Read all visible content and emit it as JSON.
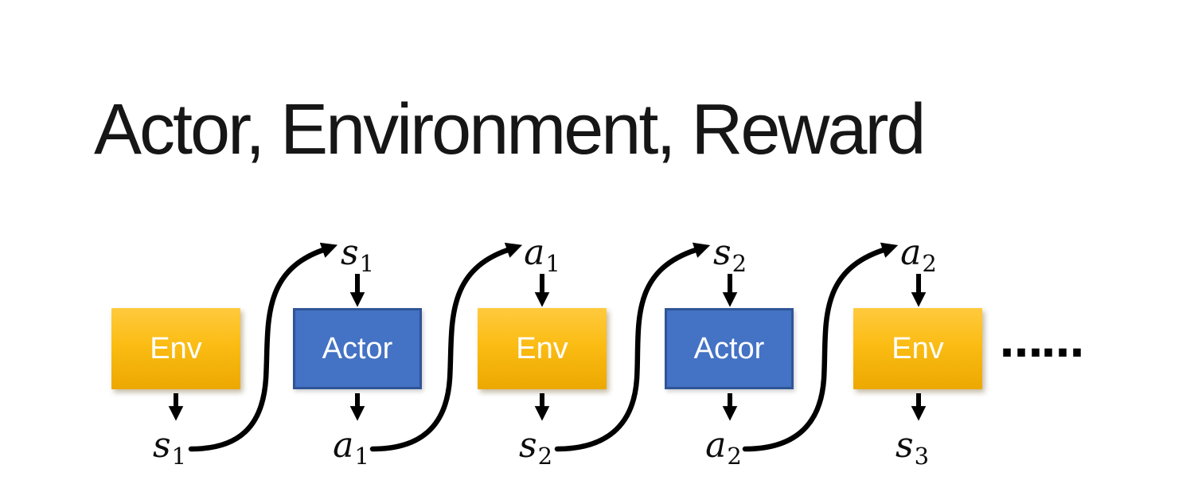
{
  "slide": {
    "title": "Actor, Environment, Reward",
    "ellipsis": "……"
  },
  "boxes": [
    {
      "label": "Env",
      "type": "environment"
    },
    {
      "label": "Actor",
      "type": "actor"
    },
    {
      "label": "Env",
      "type": "environment"
    },
    {
      "label": "Actor",
      "type": "actor"
    },
    {
      "label": "Env",
      "type": "environment"
    }
  ],
  "labels": {
    "top": [
      {
        "base": "s",
        "sub": "1"
      },
      {
        "base": "a",
        "sub": "1"
      },
      {
        "base": "s",
        "sub": "2"
      },
      {
        "base": "a",
        "sub": "2"
      }
    ],
    "bottom": [
      {
        "base": "s",
        "sub": "1"
      },
      {
        "base": "a",
        "sub": "1"
      },
      {
        "base": "s",
        "sub": "2"
      },
      {
        "base": "a",
        "sub": "2"
      },
      {
        "base": "s",
        "sub": "3"
      }
    ]
  },
  "colors": {
    "env_top": "#FFCA3E",
    "env_mid": "#FBBC14",
    "env_bottom": "#ECA800",
    "actor_fill": "#4472C4",
    "actor_border": "#2F5597",
    "arrow": "#000000",
    "title": "#161616",
    "label": "#0d0d0d",
    "bg": "#ffffff"
  }
}
